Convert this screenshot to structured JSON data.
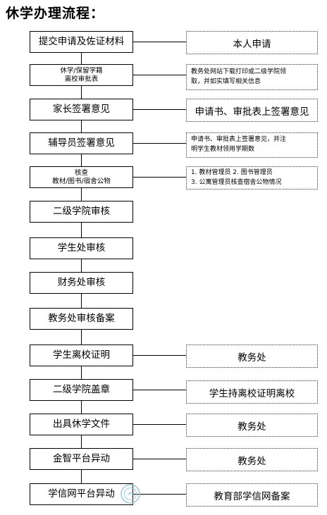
{
  "title": "休学办理流程：",
  "steps": [
    {
      "lines": [
        "提交申请及佐证材料"
      ],
      "style": "main"
    },
    {
      "lines": [
        "休学/保留学籍",
        "离校审批表"
      ],
      "style": "small"
    },
    {
      "lines": [
        "家长签署意见"
      ],
      "style": "main"
    },
    {
      "lines": [
        "辅导员签署意见"
      ],
      "style": "main"
    },
    {
      "lines": [
        "核查",
        "教材/图书/宿舍公物"
      ],
      "style": "small"
    },
    {
      "lines": [
        "二级学院审核"
      ],
      "style": "main"
    },
    {
      "lines": [
        "学生处审核"
      ],
      "style": "main"
    },
    {
      "lines": [
        "财务处审核"
      ],
      "style": "main"
    },
    {
      "lines": [
        "教务处审核备案"
      ],
      "style": "main"
    },
    {
      "lines": [
        "学生离校证明"
      ],
      "style": "main"
    },
    {
      "lines": [
        "二级学院盖章"
      ],
      "style": "main"
    },
    {
      "lines": [
        "出具休学文件"
      ],
      "style": "main"
    },
    {
      "lines": [
        "金智平台异动"
      ],
      "style": "main"
    },
    {
      "lines": [
        "学信网平台异动"
      ],
      "style": "main"
    }
  ],
  "notes": [
    {
      "step": 0,
      "lines": [
        "本人申请"
      ],
      "style": "big"
    },
    {
      "step": 1,
      "lines": [
        "教务处网站下载打印或二级学院领",
        "取，并如实填写相关信息"
      ],
      "style": "small"
    },
    {
      "step": 2,
      "lines": [
        "申请书、审批表上签署意见"
      ],
      "style": "big"
    },
    {
      "step": 3,
      "lines": [
        "申请书、审批表上签署意见，并注",
        "明学生教材领用学期数"
      ],
      "style": "small"
    },
    {
      "step": 4,
      "lines": [
        "1. 教材管理员    2. 图书管理员",
        "3. 公寓管理员核查宿舍公物情况"
      ],
      "style": "small"
    },
    {
      "step": 9,
      "lines": [
        "教务处"
      ],
      "style": "big"
    },
    {
      "step": 10,
      "lines": [
        "学生持离校证明离校"
      ],
      "style": "big"
    },
    {
      "step": 11,
      "lines": [
        "教务处"
      ],
      "style": "big"
    },
    {
      "step": 12,
      "lines": [
        "教务处"
      ],
      "style": "big"
    },
    {
      "step": 13,
      "lines": [
        "教育部学信网备案"
      ],
      "style": "big"
    }
  ],
  "colors": {
    "line": "#000000",
    "note_border": "#333333",
    "watermark": "#9ecbe0"
  },
  "icons": {
    "watermark": "school-seal-watermark-icon"
  }
}
